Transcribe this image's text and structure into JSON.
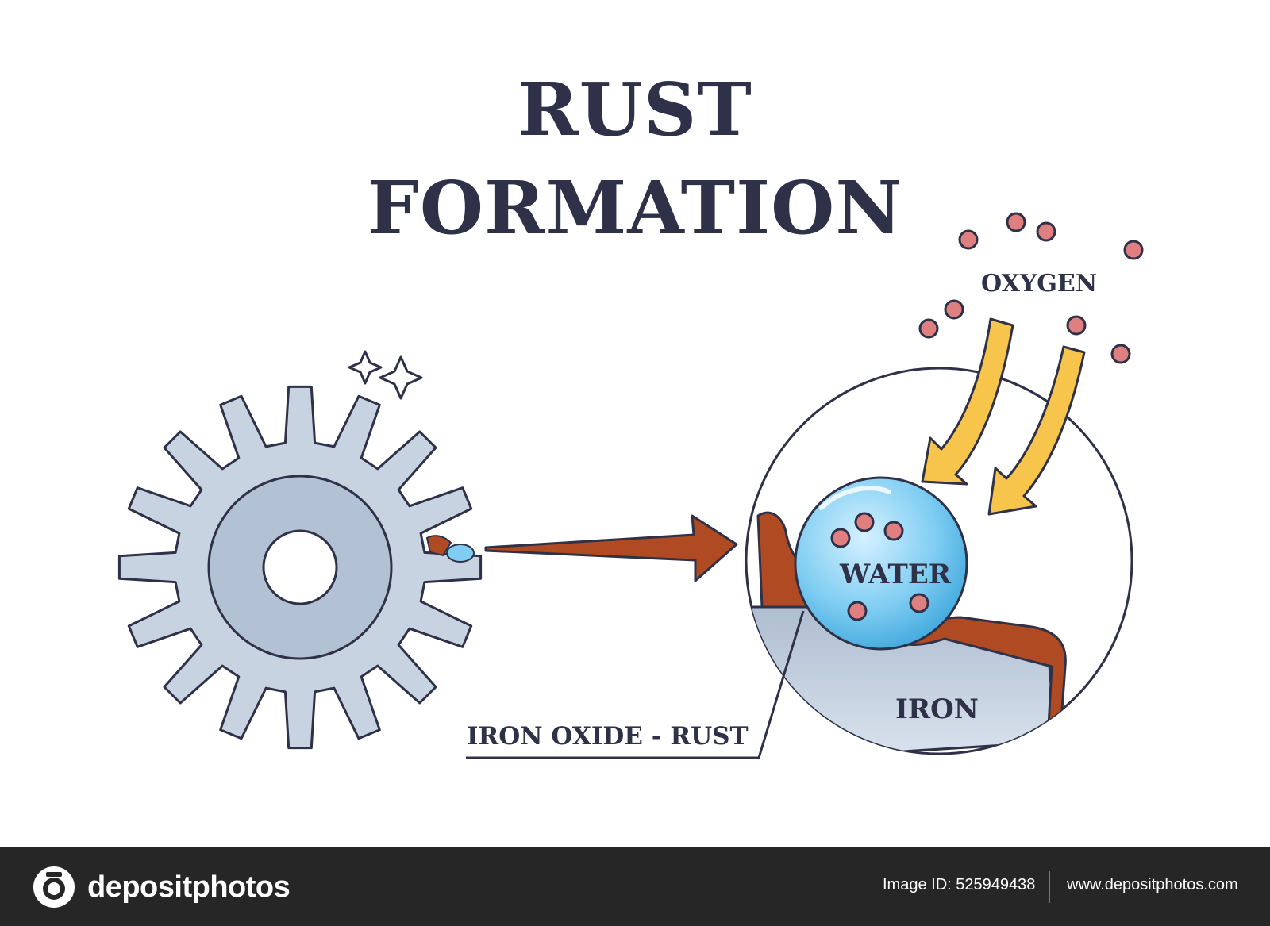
{
  "title": {
    "line1": "RUST",
    "line2": "FORMATION"
  },
  "labels": {
    "oxygen": "OXYGEN",
    "water": "WATER",
    "iron": "IRON",
    "rust": "IRON OXIDE - RUST"
  },
  "colors": {
    "title": "#2e3147",
    "gear_fill": "#c8d3e2",
    "rust": "#b04a23",
    "water": "#5bbbe8",
    "oxygen": "#e07f7f",
    "arrow_yellow": "#f7c44c"
  },
  "footer": {
    "brand": "depositphotos",
    "image_id": "Image ID: 525949438",
    "site": "www.depositphotos.com"
  }
}
